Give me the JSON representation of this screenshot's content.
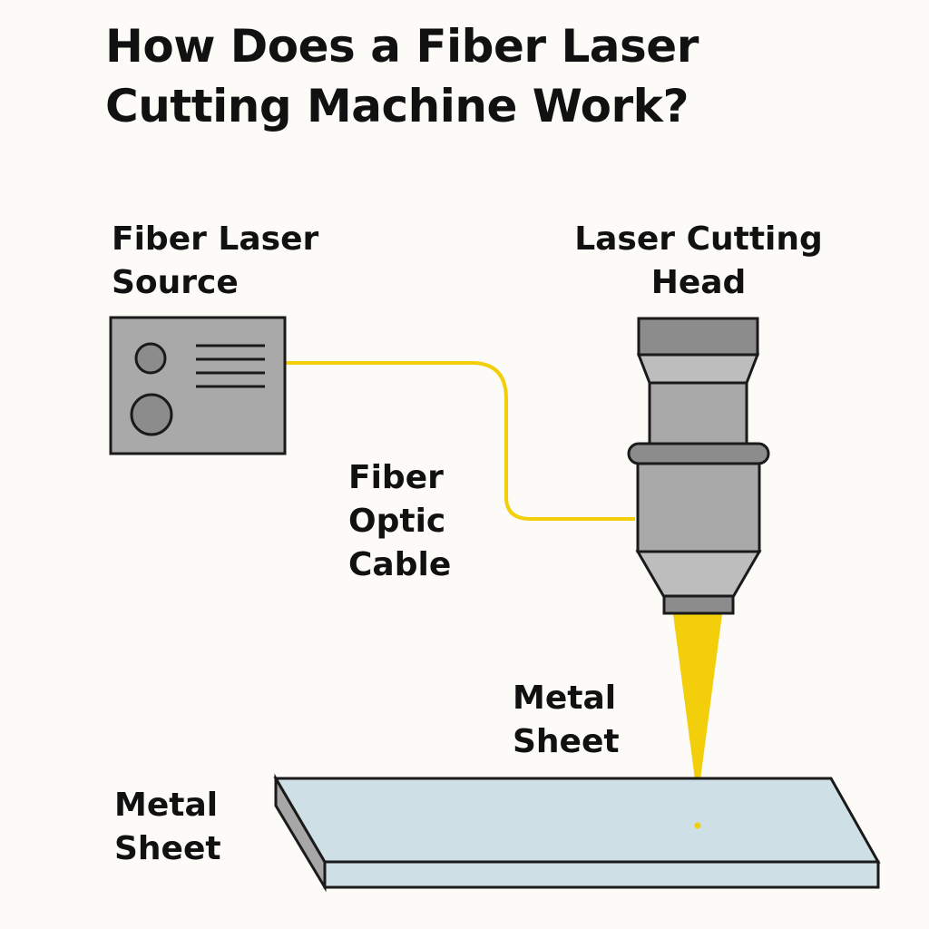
{
  "title": {
    "line1": "How Does a Fiber Laser",
    "line2": "Cutting Machine Work?"
  },
  "labels": {
    "source": {
      "line1": "Fiber Laser",
      "line2": "Source"
    },
    "head": {
      "line1": "Laser Cutting",
      "line2": "Head"
    },
    "cable": {
      "line1": "Fiber",
      "line2": "Optic",
      "line3": "Cable"
    },
    "sheet_right": {
      "line1": "Metal",
      "line2": "Sheet"
    },
    "sheet_left": {
      "line1": "Metal",
      "line2": "Sheet"
    }
  },
  "colors": {
    "background": "#fcfbf7",
    "outline": "#1a1a1a",
    "machine_gray": "#a9a9a9",
    "dark_gray": "#8c8c8c",
    "light_gray": "#bdbdbd",
    "laser_yellow": "#f2cf0a",
    "sheet_top": "#cfdfe6",
    "sheet_side": "#a7a7a7"
  }
}
